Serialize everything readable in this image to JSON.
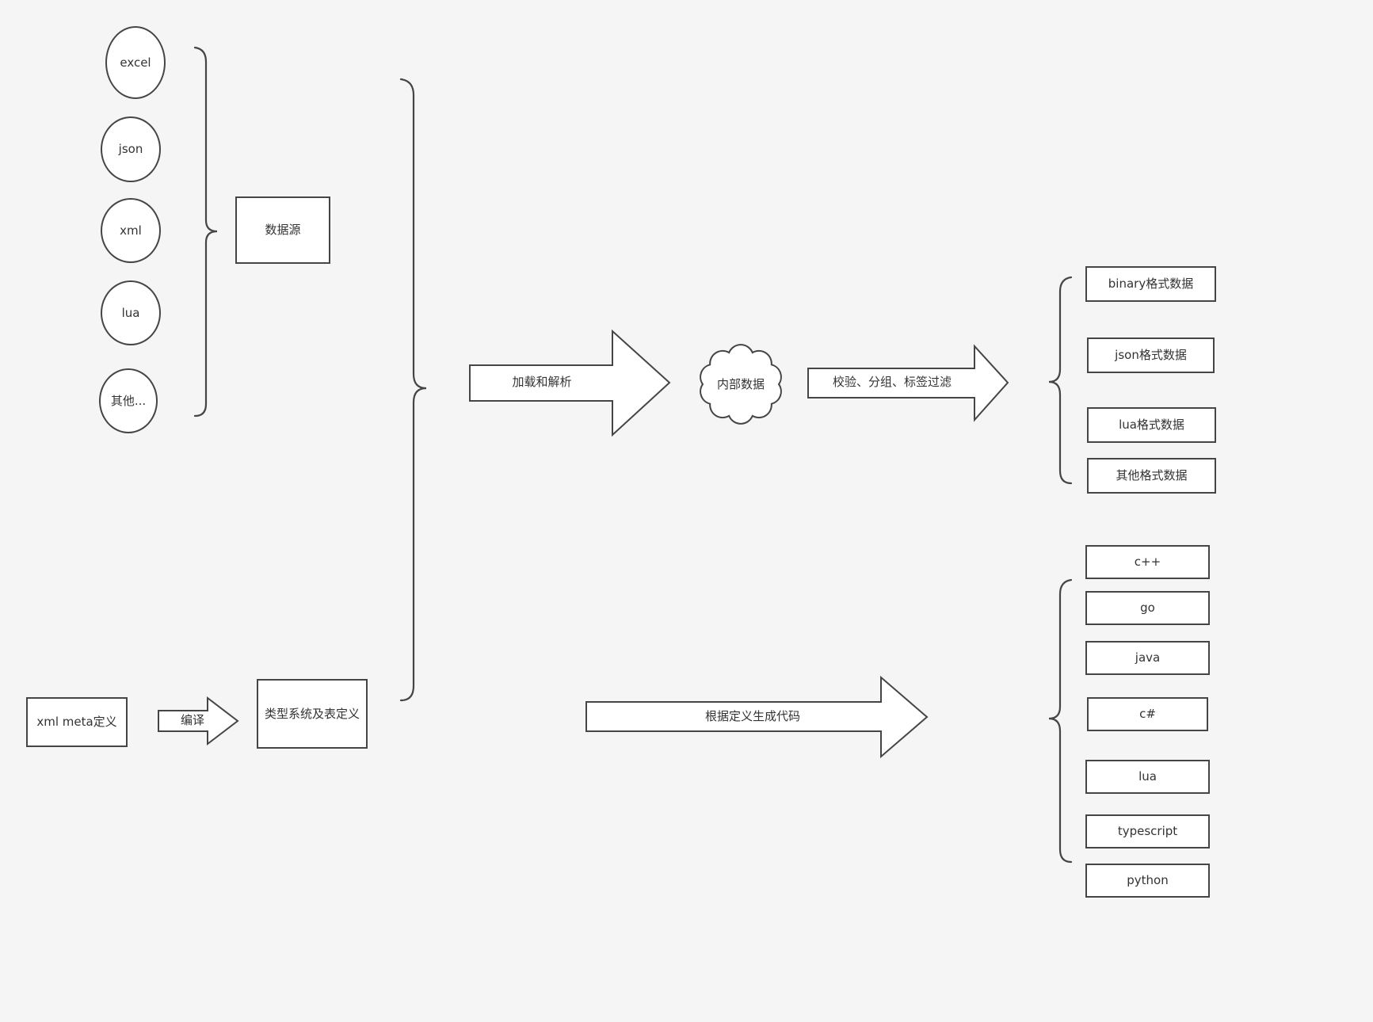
{
  "colors": {
    "background": "#f5f5f5",
    "node_fill": "#ffffff",
    "stroke": "#454545",
    "text": "#333333"
  },
  "source_nodes": [
    {
      "label": "excel"
    },
    {
      "label": "json"
    },
    {
      "label": "xml"
    },
    {
      "label": "lua"
    },
    {
      "label": "其他..."
    }
  ],
  "group_boxes": {
    "data_source": "数据源",
    "xml_meta": "xml meta定义",
    "type_system": "类型系统及表定义"
  },
  "arrows": {
    "compile": "编译",
    "load_parse": "加载和解析",
    "filter": "校验、分组、标签过滤",
    "generate": "根据定义生成代码"
  },
  "cloud": {
    "label": "内部数据"
  },
  "format_nodes": [
    {
      "label": "binary格式数据"
    },
    {
      "label": "json格式数据"
    },
    {
      "label": "lua格式数据"
    },
    {
      "label": "其他格式数据"
    }
  ],
  "language_nodes": [
    {
      "label": "c++"
    },
    {
      "label": "go"
    },
    {
      "label": "java"
    },
    {
      "label": "c#"
    },
    {
      "label": "lua"
    },
    {
      "label": "typescript"
    },
    {
      "label": "python"
    }
  ]
}
